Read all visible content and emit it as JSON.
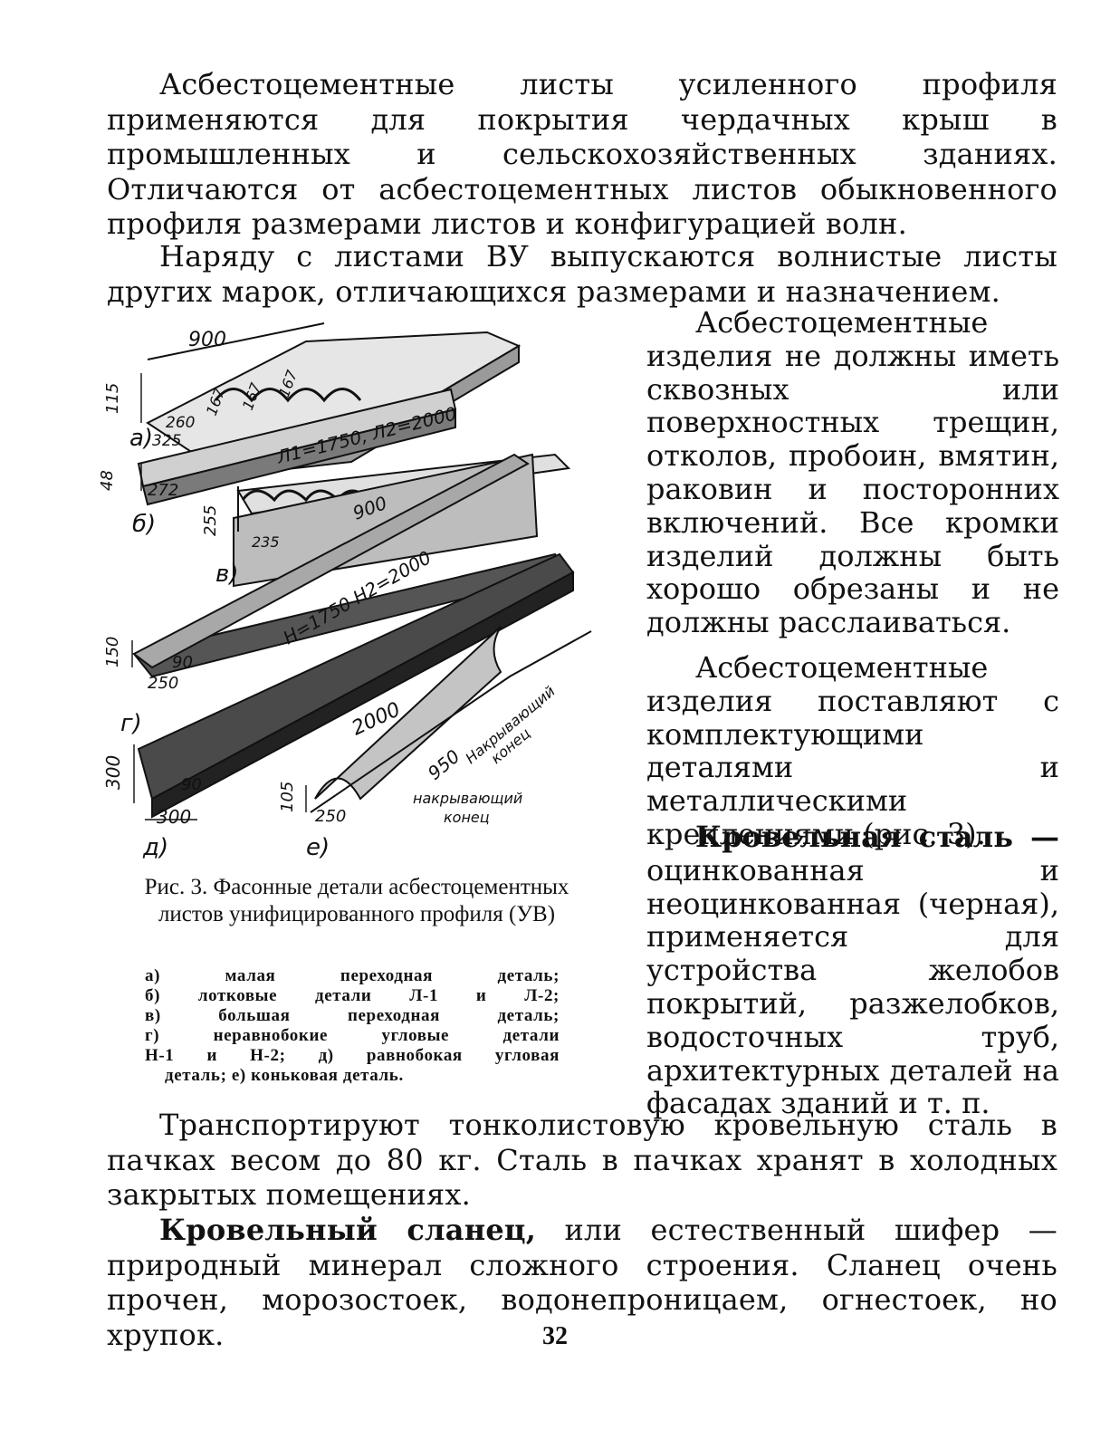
{
  "paragraphs": {
    "p1": "Асбестоцементные листы усиленного профиля применяются для покрытия чердачных крыш в промышленных и сельскохозяйственных зданиях. Отличаются от асбестоцементных листов обыкновенного профиля размерами листов и конфигурацией волн.",
    "p2": "Наряду с листами ВУ выпускаются волнистые листы других марок, отличающихся размерами и назначением.",
    "p3": "Асбестоцементные изделия не должны иметь сквозных или поверхностных трещин, отколов, пробоин, вмятин, раковин и посторонних включений. Все кромки изделий должны быть хорошо обрезаны и не должны расслаиваться.",
    "p4": "Асбестоцементные изделия поставляют с комплектующими деталями и металлическими креплениями (рис. 3).",
    "p4b_bold": "Кровельная сталь —",
    "p4b_rest": "оцинкованная и неоцинкованная (черная), применяется для устройства желобов покрытий, разжелобков, водосточных труб, архитектурных деталей на фасадах зданий и т. п.",
    "p5": "Транспортируют тонколистовую кровельную сталь в пачках весом до 80 кг. Сталь в пачках хранят в холодных закрытых помещениях.",
    "p6_bold": "Кровельный сланец,",
    "p6_rest": "или естественный шифер — природный минерал сложного строения. Сланец очень прочен, морозостоек, водонепроницаем, огнестоек, но хрупок."
  },
  "figure": {
    "caption": "Рис. 3. Фасонные детали асбестоцементных листов унифицированного профиля (УВ)",
    "legend": [
      "а) малая переходная деталь;",
      "б) лотковые детали Л-1 и Л-2;",
      "в) большая переходная деталь;",
      "г) неравнобокие угловые детали",
      "Н-1 и Н-2; д) равнобокая угловая",
      "деталь; е) коньковая деталь."
    ],
    "labels": {
      "a": "а)",
      "b": "б)",
      "v": "в)",
      "g": "г)",
      "d": "д)",
      "e": "е)",
      "d900a": "900",
      "d115": "115",
      "d260": "260",
      "d325": "325",
      "d167a": "167",
      "d167b": "167",
      "d167c": "167",
      "dL": "Л1=1750, Л2=2000",
      "d48": "48",
      "d272": "272",
      "d255": "255",
      "d235": "235",
      "d900b": "900",
      "dH": "Н=1750 Н2=2000",
      "d150": "150",
      "d90a": "90",
      "d250a": "250",
      "d2000": "2000",
      "d300a": "300",
      "d90b": "90",
      "d300b": "300",
      "d105": "105",
      "d250b": "250",
      "d950": "950",
      "cover1": "Накрывающий",
      "cover1b": "конец",
      "cover2": "накрывающий",
      "cover2b": "конец"
    }
  },
  "page_number": "32"
}
